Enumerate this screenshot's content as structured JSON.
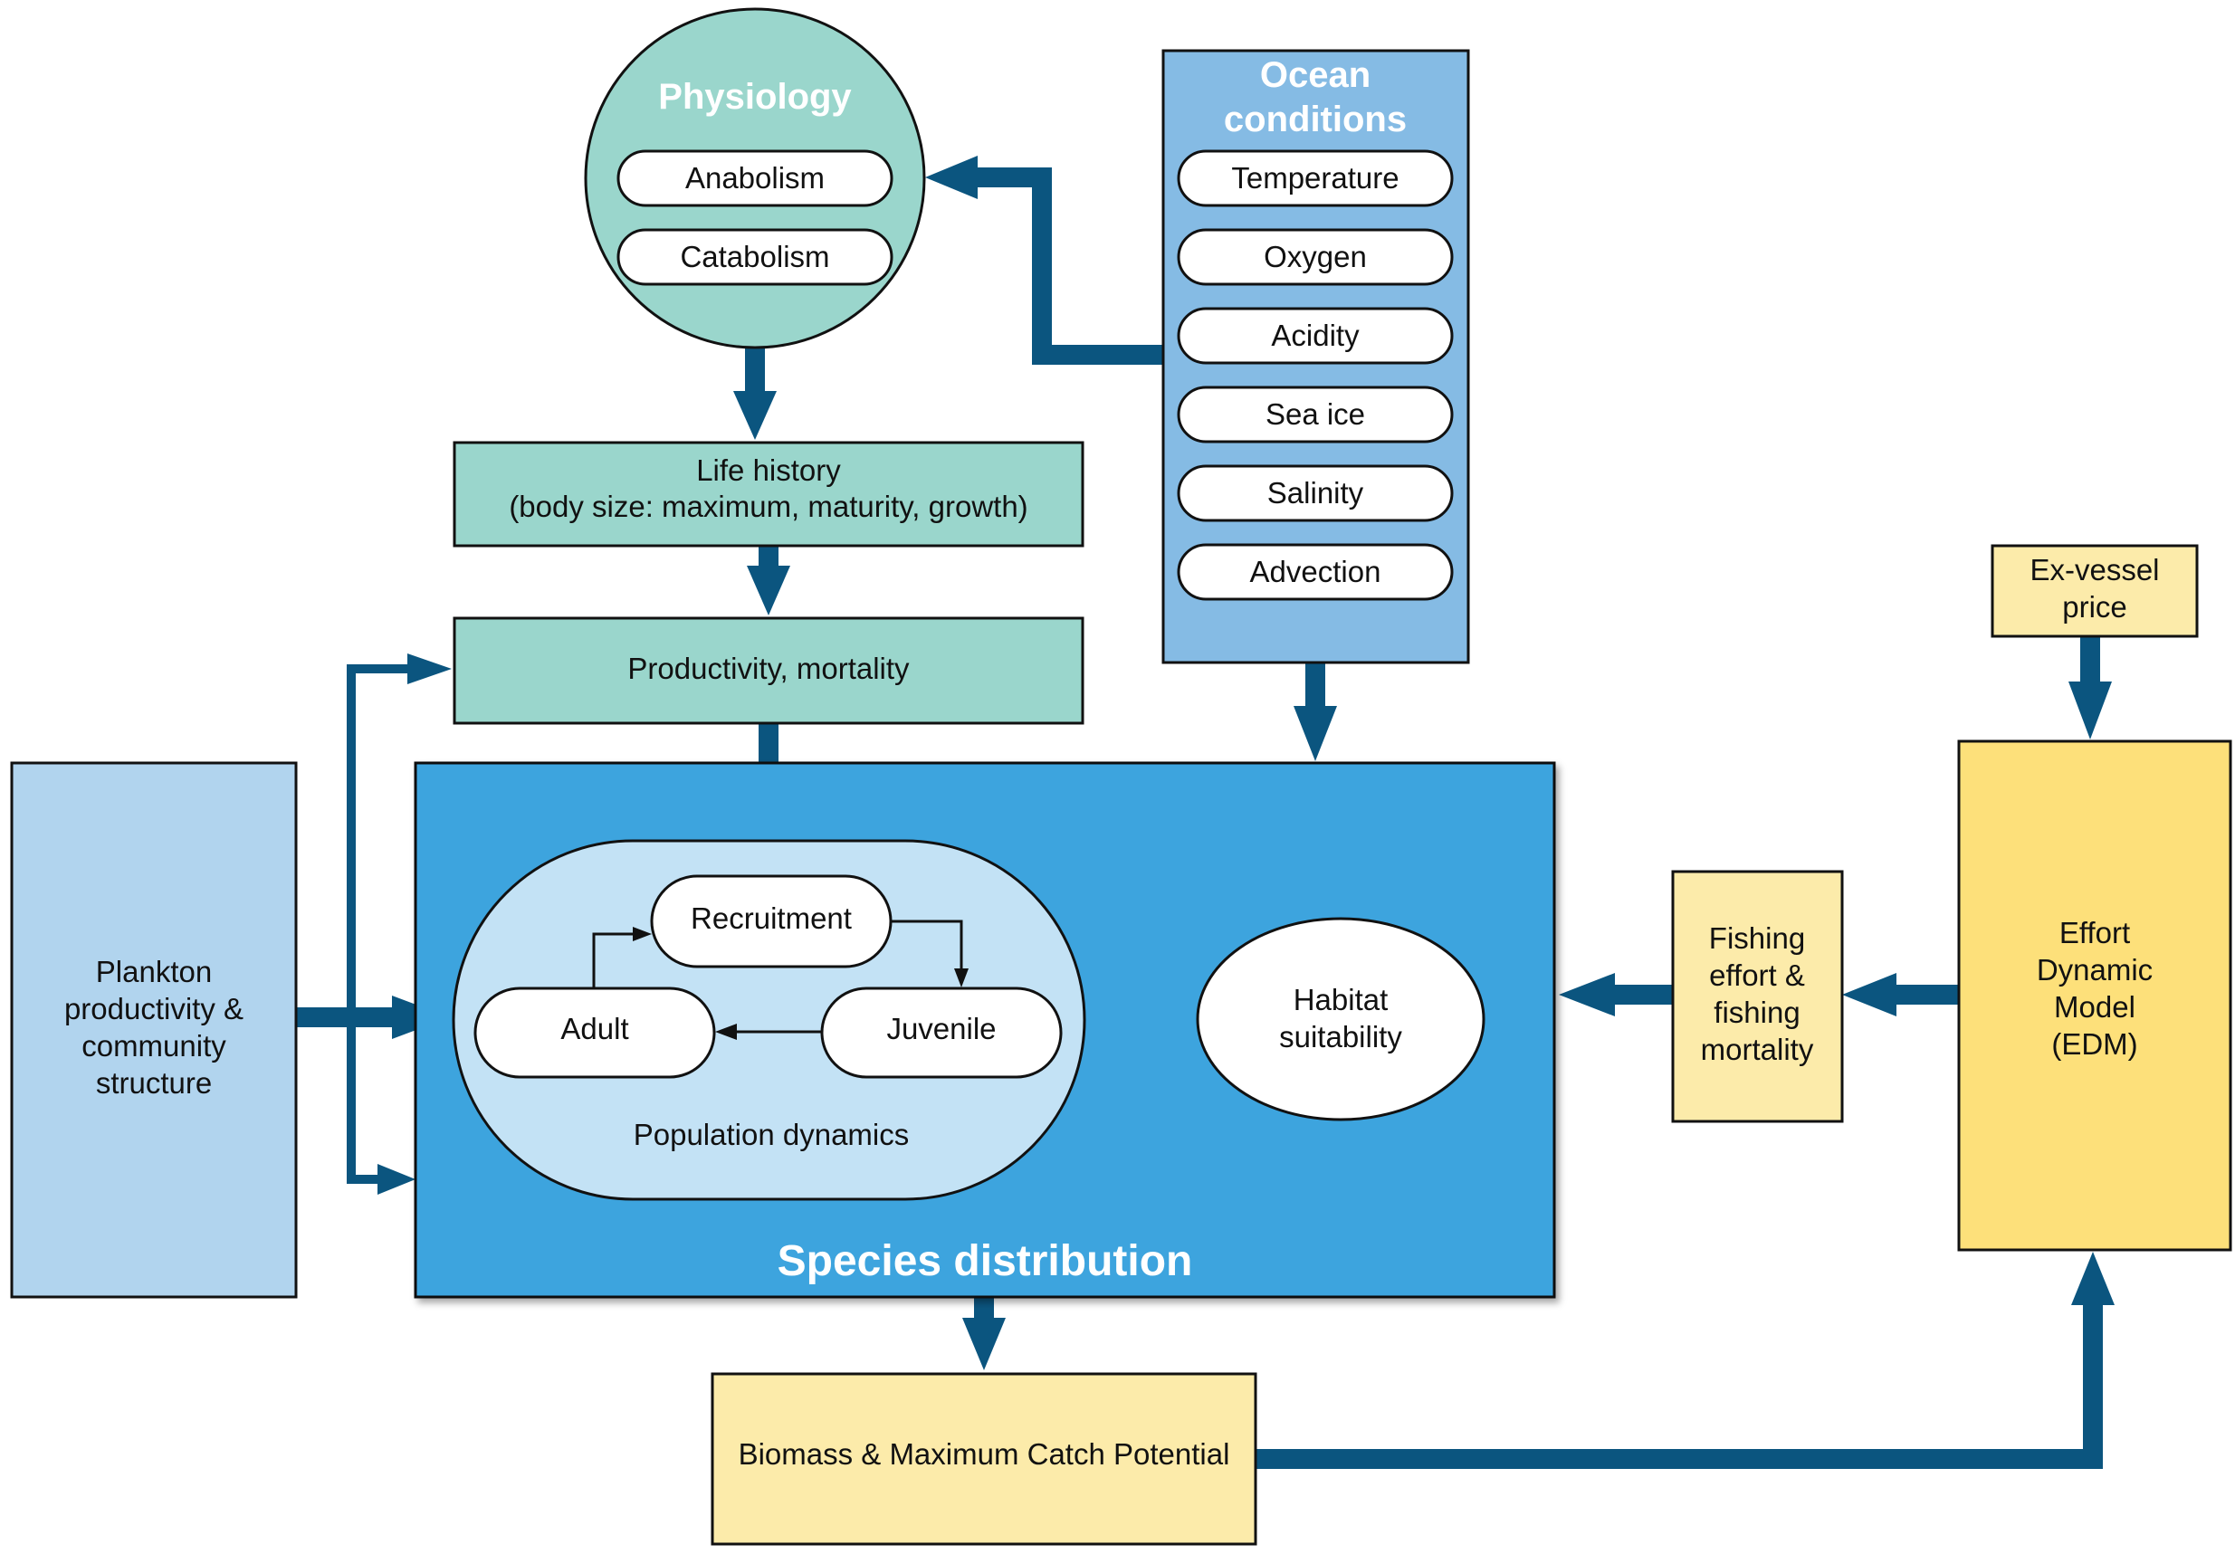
{
  "colors": {
    "arrow": "#0b557f",
    "teal": "#9ad6cc",
    "ocean_blue": "#85bbe4",
    "species_blue": "#3ea4de",
    "plankton_blue": "#b1d4ee",
    "pop_light_blue": "#c3e2f5",
    "yellow_light": "#fcebaa",
    "yellow_strong": "#fde07a"
  },
  "physiology": {
    "title": "Physiology",
    "items": [
      "Anabolism",
      "Catabolism"
    ]
  },
  "ocean_conditions": {
    "title_line1": "Ocean",
    "title_line2": "conditions",
    "items": [
      "Temperature",
      "Oxygen",
      "Acidity",
      "Sea ice",
      "Salinity",
      "Advection"
    ]
  },
  "life_history": {
    "line1": "Life history",
    "line2": "(body size: maximum, maturity, growth)"
  },
  "productivity": {
    "label": "Productivity, mortality"
  },
  "plankton": {
    "lines": [
      "Plankton",
      "productivity &",
      "community",
      "structure"
    ]
  },
  "species_distribution": {
    "title": "Species distribution",
    "population": {
      "label": "Population dynamics",
      "recruitment": "Recruitment",
      "adult": "Adult",
      "juvenile": "Juvenile"
    },
    "habitat": {
      "line1": "Habitat",
      "line2": "suitability"
    }
  },
  "fishing": {
    "lines": [
      "Fishing",
      "effort &",
      "fishing",
      "mortality"
    ]
  },
  "ex_vessel": {
    "line1": "Ex-vessel",
    "line2": "price"
  },
  "edm": {
    "lines": [
      "Effort",
      "Dynamic",
      "Model",
      "(EDM)"
    ]
  },
  "biomass": {
    "label": "Biomass & Maximum Catch Potential"
  }
}
